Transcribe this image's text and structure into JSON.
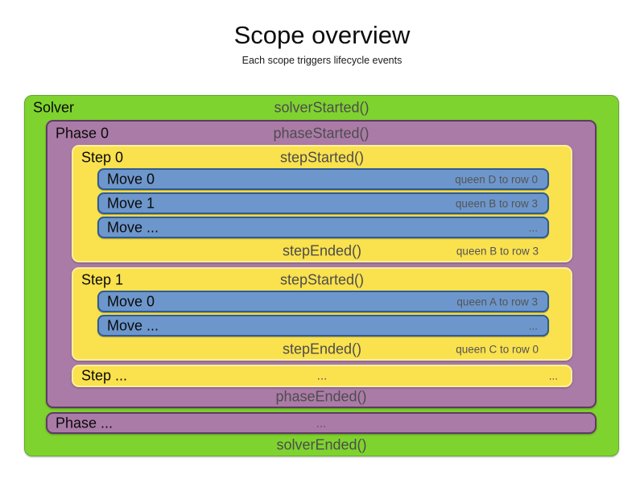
{
  "title": "Scope overview",
  "subtitle": "Each scope triggers lifecycle events",
  "colors": {
    "solver_fill": "#7fd32f",
    "solver_border": "#62a82e",
    "phase_fill": "#ab7ba7",
    "phase_border": "#5f3b66",
    "step_fill": "#fae14e",
    "step_border": "#fdf09e",
    "move_fill": "#6d97cc",
    "move_border": "#2e5c92",
    "event_text": "#4d4d4d",
    "annotation_text": "#545454",
    "label_text": "#0a0a0a"
  },
  "solver": {
    "label": "Solver",
    "started": "solverStarted()",
    "ended": "solverEnded()",
    "phases": [
      {
        "label": "Phase 0",
        "started": "phaseStarted()",
        "ended": "phaseEnded()",
        "steps": [
          {
            "label": "Step 0",
            "started": "stepStarted()",
            "ended": "stepEnded()",
            "ended_annotation": "queen B to row 3",
            "moves": [
              {
                "label": "Move 0",
                "annotation": "queen D to row 0"
              },
              {
                "label": "Move 1",
                "annotation": "queen B to row 3"
              },
              {
                "label": "Move ...",
                "annotation": "..."
              }
            ]
          },
          {
            "label": "Step 1",
            "started": "stepStarted()",
            "ended": "stepEnded()",
            "ended_annotation": "queen C to row 0",
            "moves": [
              {
                "label": "Move 0",
                "annotation": "queen A to row 3"
              },
              {
                "label": "Move ...",
                "annotation": "..."
              }
            ]
          },
          {
            "label": "Step ...",
            "center": "...",
            "right": "..."
          }
        ]
      },
      {
        "label": "Phase ...",
        "center": "..."
      }
    ]
  }
}
